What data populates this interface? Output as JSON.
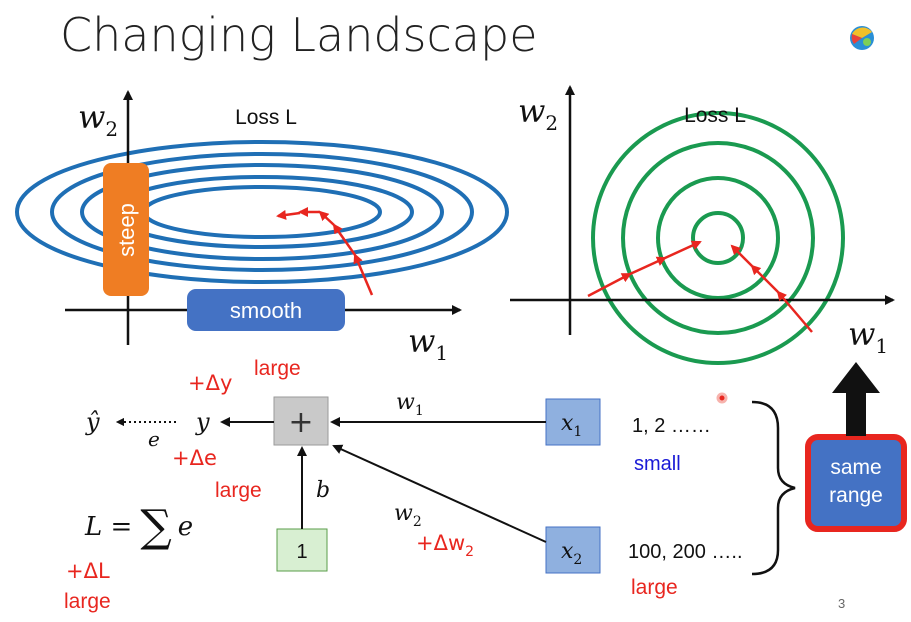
{
  "slide": {
    "title": "Changing Landscape",
    "page_number": "3"
  },
  "left_plot": {
    "title": "Loss L",
    "y_axis": "w",
    "y_sub": "2",
    "x_axis": "w",
    "x_sub": "1",
    "steep_label": "steep",
    "smooth_label": "smooth"
  },
  "right_plot": {
    "title": "Loss L",
    "y_axis": "w",
    "y_sub": "2",
    "x_axis": "w",
    "x_sub": "1"
  },
  "network": {
    "y_hat": "ŷ",
    "e_label": "e",
    "y_label": "y",
    "plus": "+",
    "delta_y": "+Δy",
    "delta_y_size": "large",
    "delta_e": "+Δe",
    "delta_e_size": "large",
    "w1_label": "w",
    "w1_sub": "1",
    "w2_label": "w",
    "w2_sub": "2",
    "delta_w2": "+Δw",
    "delta_w2_sub": "2",
    "b_label": "b",
    "one_box": "1",
    "x1_label": "x",
    "x1_sub": "1",
    "x2_label": "x",
    "x2_sub": "2",
    "x1_values": "1, 2 ……",
    "x1_size": "small",
    "x2_values": "100, 200 …..",
    "x2_size": "large",
    "loss_eq": "L = ∑ e",
    "loss_L": "L =",
    "loss_sum": "∑",
    "loss_e": "e",
    "delta_L": "+ΔL",
    "delta_L_size": "large",
    "same_range": "same range",
    "same_range_line1": "same",
    "same_range_line2": "range"
  },
  "colors": {
    "blue_contour": "#1f6fb5",
    "green_contour": "#1a9a50",
    "red": "#e8261f",
    "orange": "#ef7d23",
    "steel_blue": "#4472c4"
  }
}
